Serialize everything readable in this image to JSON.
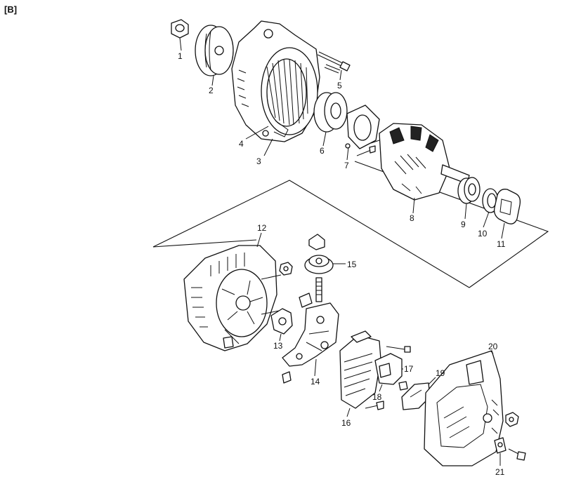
{
  "figure_tag": "[B]",
  "callouts": [
    "1",
    "2",
    "3",
    "4",
    "5",
    "6",
    "7",
    "8",
    "9",
    "10",
    "11",
    "12",
    "13",
    "14",
    "15",
    "16",
    "17",
    "18",
    "19",
    "20",
    "21"
  ]
}
